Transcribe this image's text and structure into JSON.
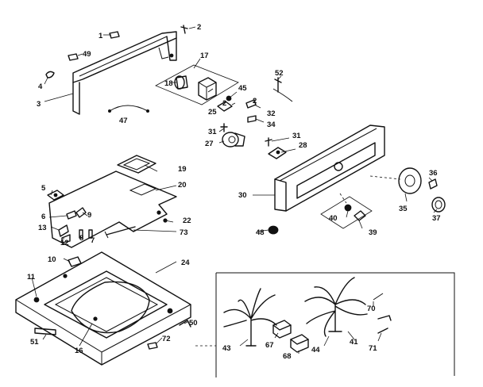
{
  "diagram": {
    "labels": {
      "p1": "1",
      "p2": "2",
      "p2b": "2",
      "p2c": "2",
      "p3": "3",
      "p4": "4",
      "p5": "5",
      "p6": "6",
      "p7": "7",
      "p8": "8",
      "p9": "9",
      "p10": "10",
      "p11": "11",
      "p12": "12",
      "p13": "13",
      "p16": "16",
      "p17": "17",
      "p18": "18",
      "p19": "19",
      "p20": "20",
      "p22": "22",
      "p24": "24",
      "p25": "25",
      "p27": "27",
      "p28": "28",
      "p30": "30",
      "p31": "31",
      "p31b": "31",
      "p32": "32",
      "p34": "34",
      "p35": "35",
      "p36": "36",
      "p37": "37",
      "p39": "39",
      "p40": "40",
      "p41": "41",
      "p43": "43",
      "p44": "44",
      "p45": "45",
      "p47": "47",
      "p48": "48",
      "p49": "49",
      "p50": "50",
      "p51": "51",
      "p52": "52",
      "p67": "67",
      "p68": "68",
      "p70": "70",
      "p71": "71",
      "p72": "72",
      "p73": "73"
    }
  }
}
